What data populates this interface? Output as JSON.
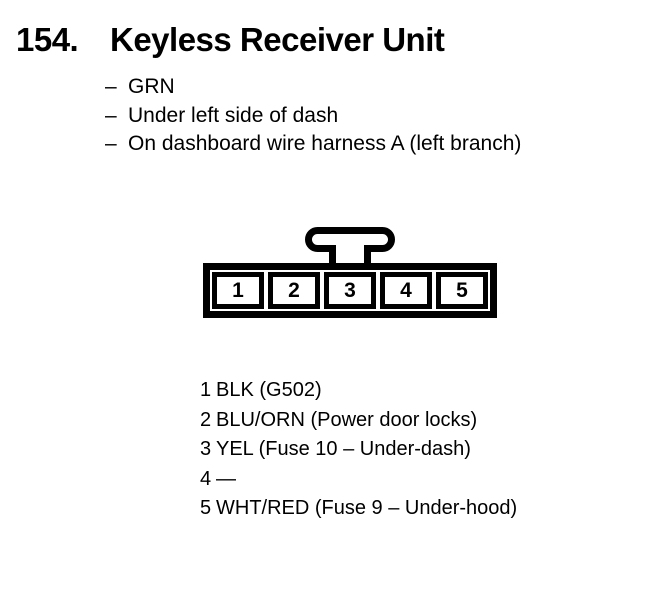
{
  "heading": {
    "item_number": "154.",
    "title": "Keyless Receiver Unit"
  },
  "notes": {
    "dash": "–",
    "items": [
      {
        "text": "GRN"
      },
      {
        "text": "Under left side of dash"
      },
      {
        "text": "On dashboard wire harness A (left branch)"
      }
    ]
  },
  "connector": {
    "pins": [
      "1",
      "2",
      "3",
      "4",
      "5"
    ]
  },
  "pin_list": [
    {
      "pin": "1",
      "desc": "BLK (G502)"
    },
    {
      "pin": "2",
      "desc": "BLU/ORN (Power door locks)"
    },
    {
      "pin": "3",
      "desc": "YEL (Fuse 10 – Under-dash)"
    },
    {
      "pin": "4",
      "desc": "—"
    },
    {
      "pin": "5",
      "desc": "WHT/RED (Fuse 9 – Under-hood)"
    }
  ],
  "colors": {
    "ink": "#000000",
    "paper": "#ffffff"
  }
}
